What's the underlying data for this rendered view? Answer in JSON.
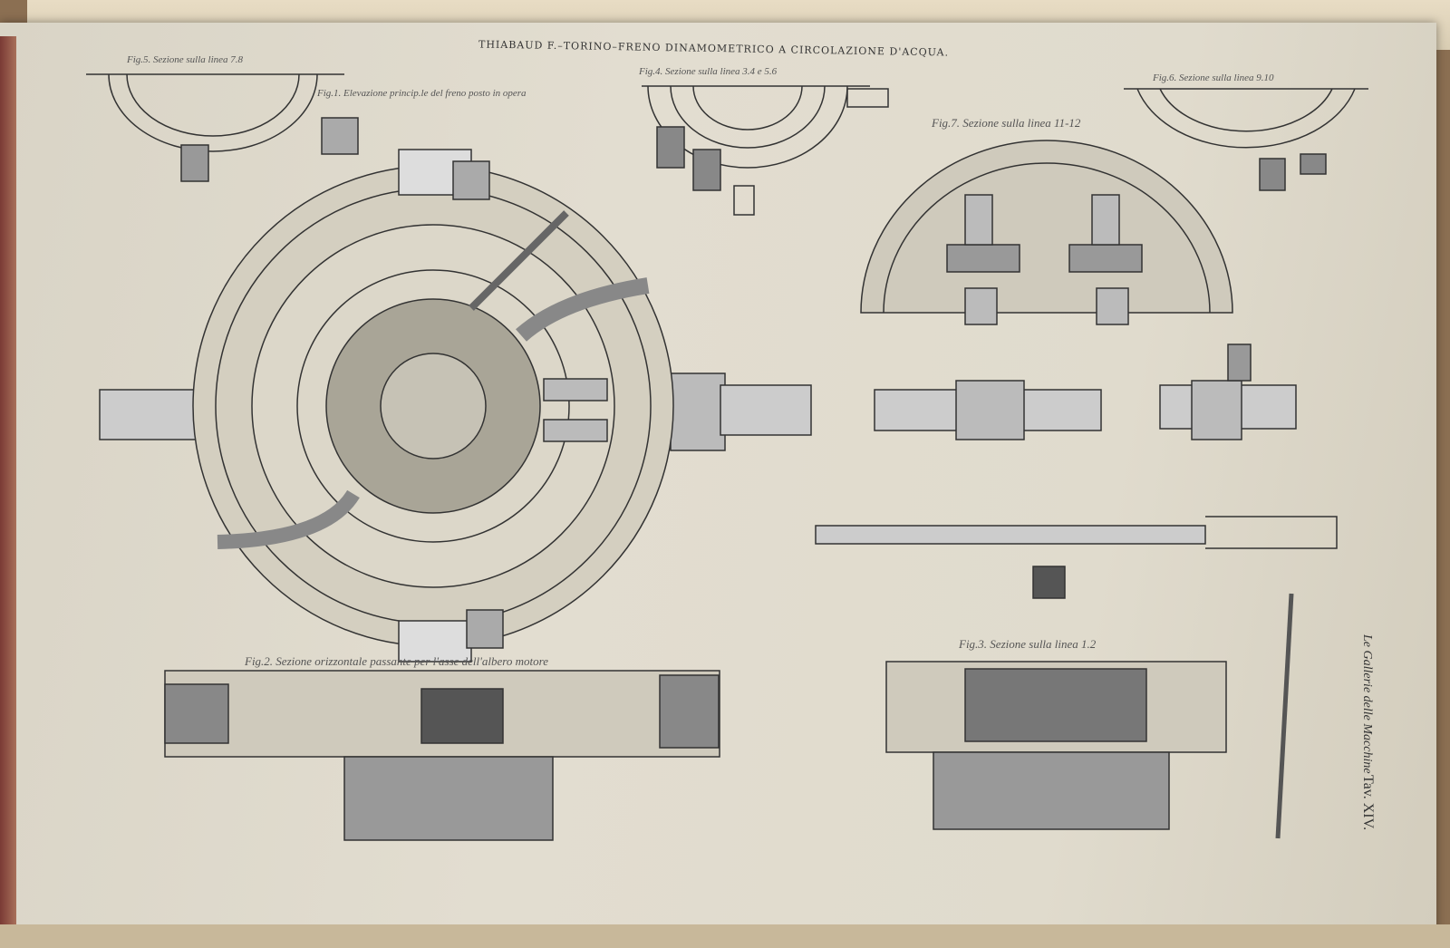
{
  "plate": {
    "title": "THIABAUD F.–TORINO–FRENO DINAMOMETRICO A CIRCOLAZIONE D'ACQUA.",
    "publication": "Le Gallerie delle Macchine",
    "plate_number": "Tav. XIV."
  },
  "figures": [
    {
      "caption": "Fig.5. Sezione sulla linea 7.8"
    },
    {
      "caption": "Fig.1. Elevazione princip.le del freno posto in opera"
    },
    {
      "caption": "Fig.4. Sezione sulla linea 3.4 e 5.6"
    },
    {
      "caption": "Fig.6. Sezione sulla linea 9.10"
    },
    {
      "caption": "Fig.7. Sezione sulla linea 11-12"
    },
    {
      "caption": "Fig.2. Sezione orizzontale passante per l'asse dell'albero motore"
    },
    {
      "caption": "Fig.3. Sezione sulla linea 1.2"
    }
  ]
}
